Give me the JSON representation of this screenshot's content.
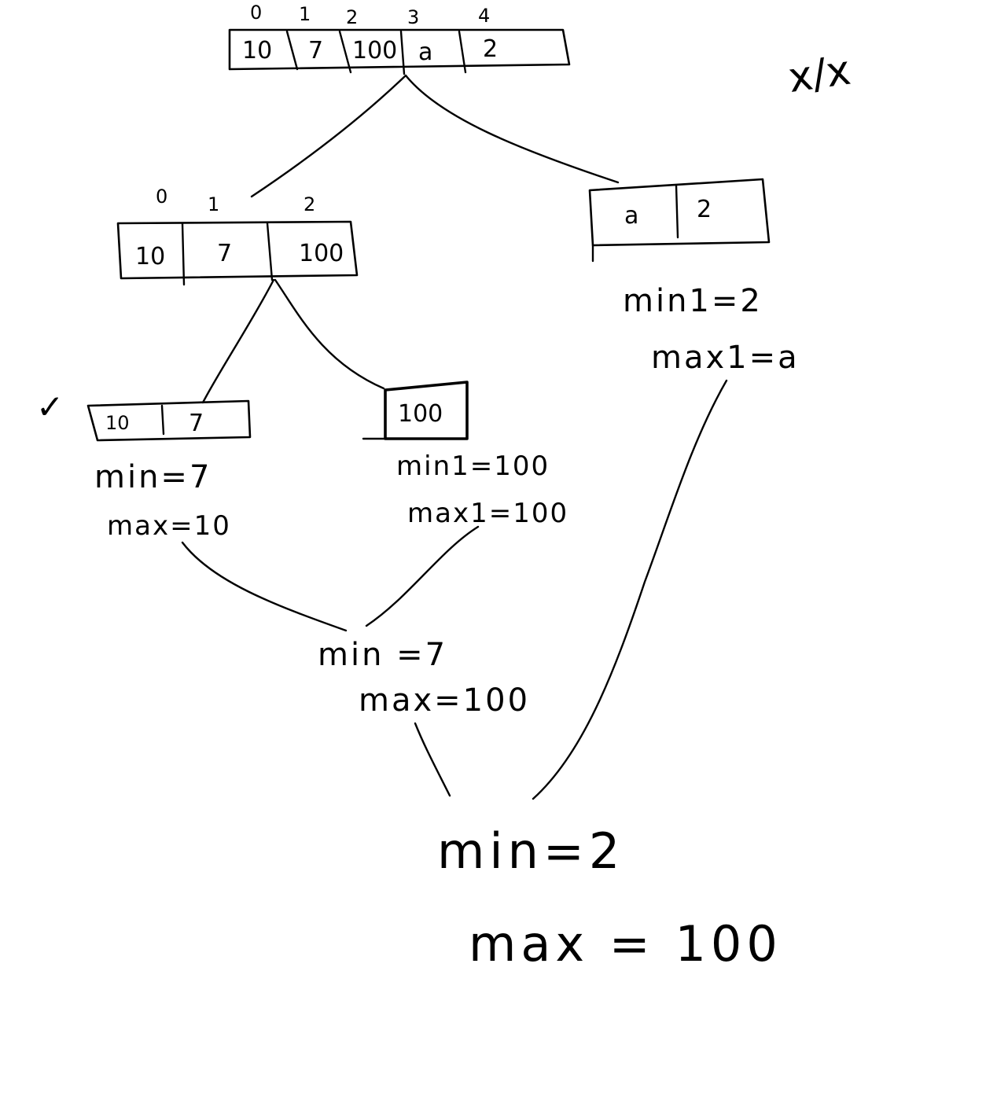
{
  "top_array": {
    "indices": [
      "0",
      "1",
      "2",
      "3",
      "4"
    ],
    "cells": [
      "10",
      "7",
      "100",
      "a",
      "2"
    ]
  },
  "corner_note": "x/x",
  "left_array": {
    "indices": [
      "0",
      "1",
      "2"
    ],
    "cells": [
      "10",
      "7",
      "100"
    ]
  },
  "right_array": {
    "cells": [
      "a",
      "2"
    ],
    "min_text": "min1=2",
    "max_text": "max1=a"
  },
  "leaf_left": {
    "check": "✓",
    "cells": [
      "10",
      "7"
    ],
    "min_text": "min=7",
    "max_text": "max=10"
  },
  "leaf_right": {
    "cells": [
      "100"
    ],
    "min_text": "min1=100",
    "max_text": "max1=100"
  },
  "merge_left": {
    "min_text": "min =7",
    "max_text": "max=100"
  },
  "final": {
    "min_text": "min=2",
    "max_text": "max = 100"
  }
}
